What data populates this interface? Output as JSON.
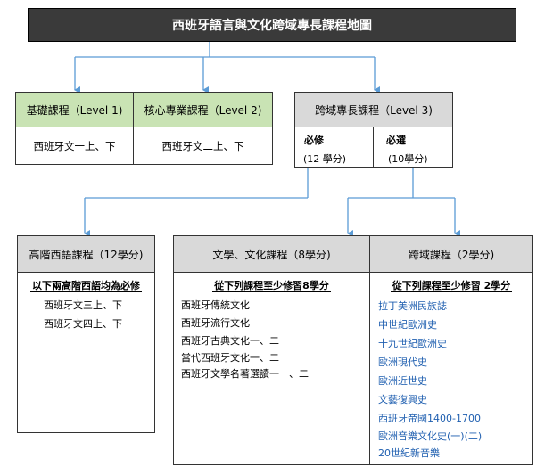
{
  "title": "西班牙語言與文化跨域專長課程地圖",
  "levels": [
    {
      "header": "基礎課程（Level 1)",
      "course": "西班牙文一上、下"
    },
    {
      "header": "核心專業課程（Level 2)",
      "course": "西班牙文二上、下"
    },
    {
      "header": "跨域專長課程（Level 3)",
      "required": {
        "label": "必修",
        "credits": "(12 學分)"
      },
      "elective": {
        "label": "必選",
        "credits": "(10學分)"
      }
    }
  ],
  "advanced": {
    "header": "高階西語課程（12學分)",
    "note": "以下兩高階西語均為必修",
    "courses": [
      "西班牙文三上、下",
      "西班牙文四上、下"
    ]
  },
  "literature": {
    "header": "文學、文化課程（8學分)",
    "note": "從下列課程至少修習8學分",
    "courses": [
      "西班牙傳統文化",
      "西班牙流行文化",
      "西班牙古典文化一、二",
      "當代西班牙文化一、二",
      "西班牙文學名著選讀一　、二"
    ]
  },
  "cross": {
    "header": "跨域課程（2學分)",
    "note": "從下列課程至少修習 2學分",
    "courses": [
      "拉丁美洲民族誌",
      "中世紀歐洲史",
      "十九世紀歐洲史",
      "歐洲現代史",
      "歐洲近世史",
      "文藝復興史",
      "西班牙帝國1400-1700",
      "歐洲音樂文化史(一)(二)",
      "20世紀新音樂"
    ]
  },
  "colors": {
    "title_bg": "#3a3a3a",
    "level_green": "#c9e3b4",
    "header_gray": "#d9d9d9",
    "connector": "#5b9bd5",
    "link_blue": "#1f5fb0"
  }
}
